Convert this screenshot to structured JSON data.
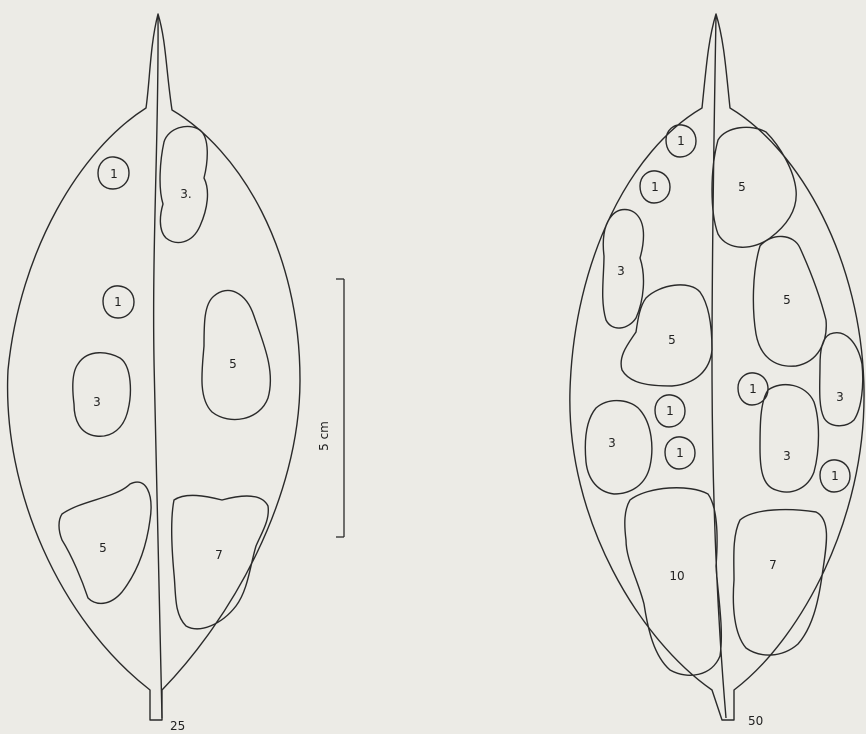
{
  "leaves": [
    {
      "id": "left",
      "label": "25",
      "lesions": [
        {
          "label": "1"
        },
        {
          "label": "3."
        },
        {
          "label": "1"
        },
        {
          "label": "5"
        },
        {
          "label": "3"
        },
        {
          "label": "5"
        },
        {
          "label": "7"
        }
      ]
    },
    {
      "id": "right",
      "label": "50",
      "lesions": [
        {
          "label": "1"
        },
        {
          "label": "1"
        },
        {
          "label": "5"
        },
        {
          "label": "3"
        },
        {
          "label": "5"
        },
        {
          "label": "5"
        },
        {
          "label": "1"
        },
        {
          "label": "3"
        },
        {
          "label": "1"
        },
        {
          "label": "3"
        },
        {
          "label": "3"
        },
        {
          "label": "1"
        },
        {
          "label": "1"
        },
        {
          "label": "10"
        },
        {
          "label": "7"
        }
      ]
    }
  ],
  "scale_bar": {
    "label": "5 cm"
  },
  "colors": {
    "line": "#2a2a2a",
    "paper": "#ecebe6"
  }
}
